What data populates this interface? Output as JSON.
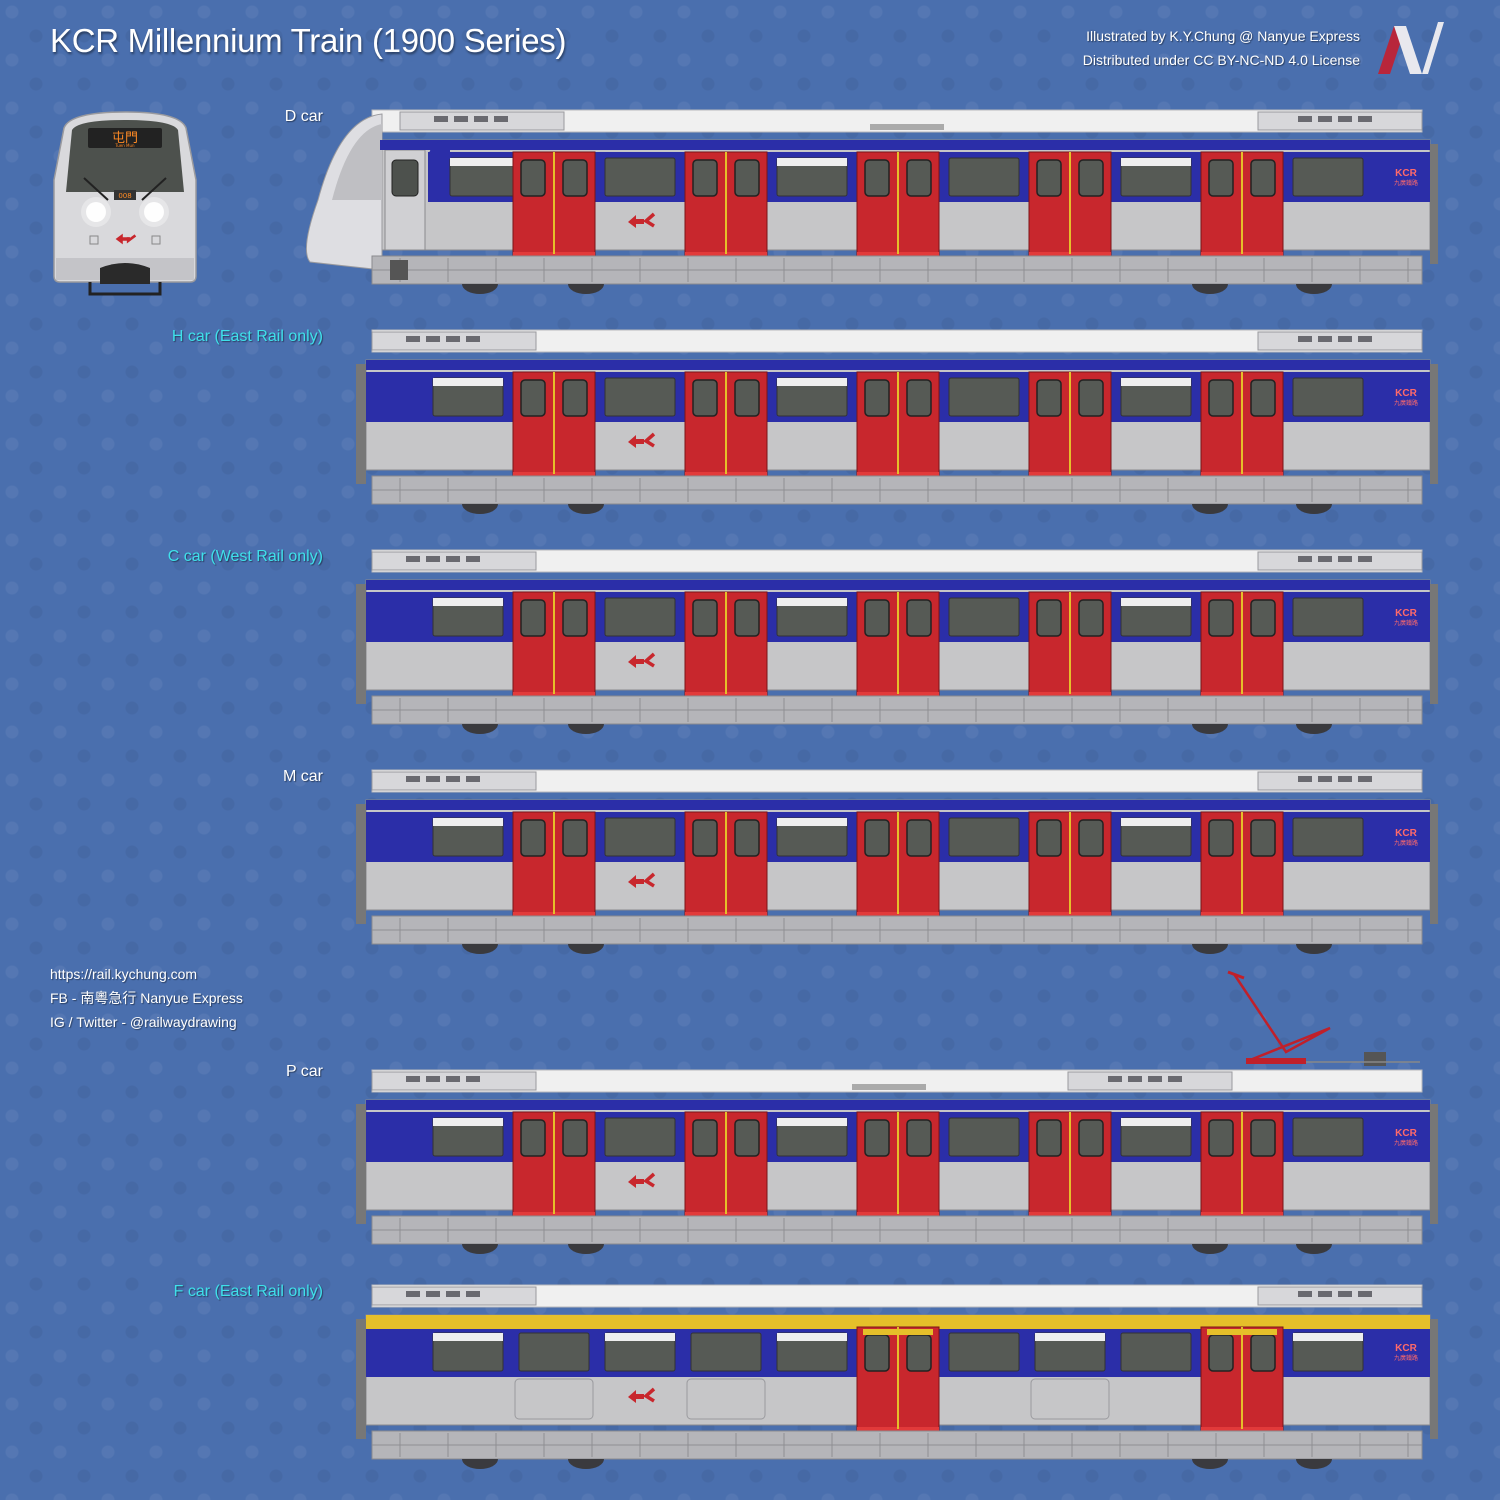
{
  "title": "KCR Millennium Train (1900 Series)",
  "credits": {
    "line1": "Illustrated by K.Y.Chung @ Nanyue Express",
    "line2": "Distributed under CC BY-NC-ND 4.0 License"
  },
  "links": {
    "website": "https://rail.kychung.com",
    "facebook": "FB - 南粵急行 Nanyue Express",
    "instagram": "IG / Twitter - @railwaydrawing"
  },
  "front_view": {
    "destination": "屯門",
    "destination_en": "Tuen Mun",
    "car_number": "008"
  },
  "colors": {
    "background": "#4a6fae",
    "body_silver": "#c6c6c8",
    "roof": "#f0f0f0",
    "stripe_blue": "#2b2ea8",
    "door_red": "#c8272d",
    "window": "#565a55",
    "first_class_yellow": "#e5bf2a",
    "label_highlight": "#3fe0ea",
    "logo_red": "#b8263b"
  },
  "car_body_logo": {
    "line1": "KCR",
    "line2": "九廣鐵路"
  },
  "cars": [
    {
      "id": "D",
      "label": "D car",
      "note": false,
      "cab": true,
      "pantograph": false,
      "first_class": false
    },
    {
      "id": "H",
      "label": "H car (East Rail only)",
      "note": true,
      "cab": false,
      "pantograph": false,
      "first_class": false
    },
    {
      "id": "C",
      "label": "C car (West Rail only)",
      "note": true,
      "cab": false,
      "pantograph": false,
      "first_class": false
    },
    {
      "id": "M",
      "label": "M car",
      "note": false,
      "cab": false,
      "pantograph": false,
      "first_class": false
    },
    {
      "id": "P",
      "label": "P car",
      "note": false,
      "cab": false,
      "pantograph": true,
      "first_class": false
    },
    {
      "id": "F",
      "label": "F car (East Rail only)",
      "note": true,
      "cab": false,
      "pantograph": false,
      "first_class": true
    }
  ]
}
